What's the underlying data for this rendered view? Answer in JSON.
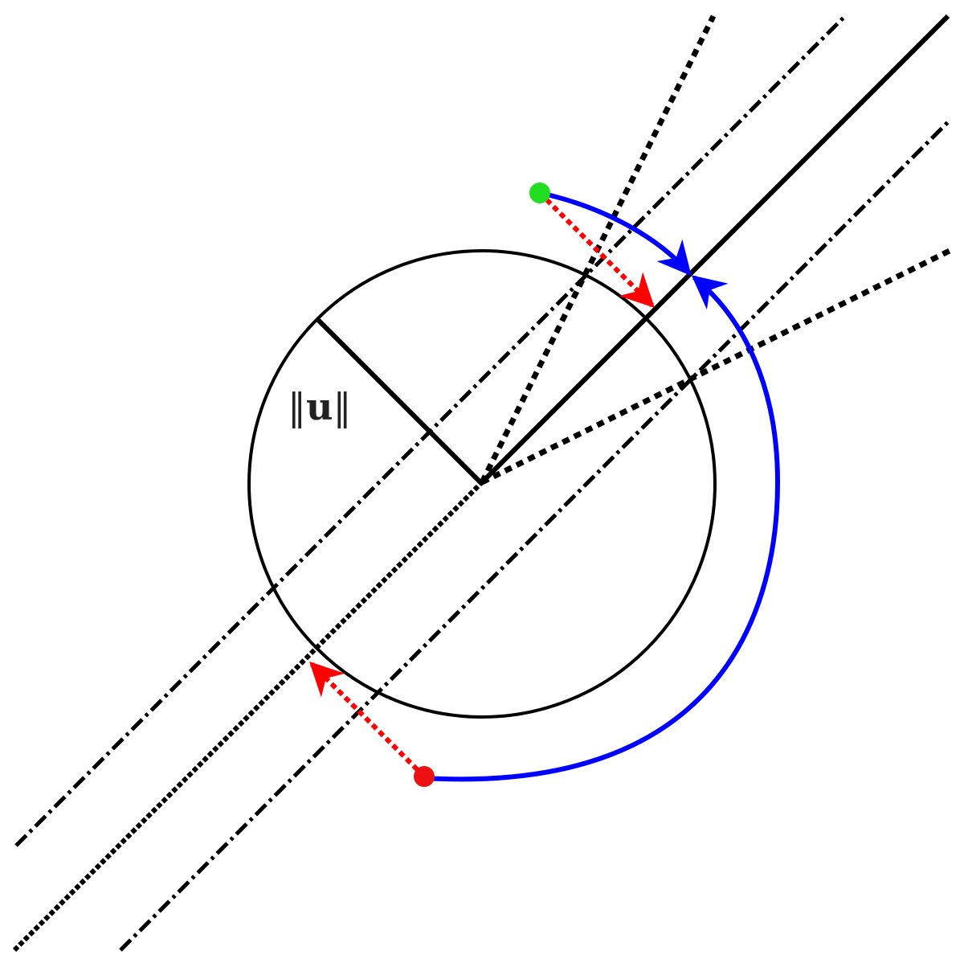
{
  "figure": {
    "radius_label": {
      "bars_left": "‖",
      "vector": "u",
      "bars_right": "‖"
    }
  },
  "colors": {
    "line": "#000000",
    "circle": "#000000",
    "projection_arrow": "#ff0000",
    "rotation_arc": "#0000ff",
    "start_point": "#00cc00",
    "second_point": "#ff0000"
  },
  "markers": {
    "green_point": "start-point",
    "red_point": "second-point"
  }
}
